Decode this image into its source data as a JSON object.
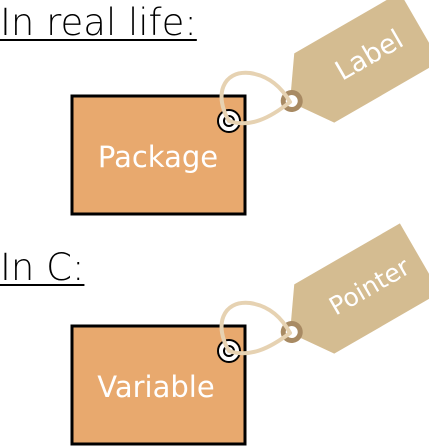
{
  "headings": {
    "real_life": "In real life:",
    "in_c": "In C:"
  },
  "real_life": {
    "box_label": "Package",
    "tag_label": "Label"
  },
  "in_c": {
    "box_label": "Variable",
    "tag_label": "Pointer"
  },
  "colors": {
    "box_fill": "#e8a96e",
    "tag_fill": "#d4bc91",
    "string": "#e6d2b2",
    "text_on_shape": "#ffffff"
  }
}
